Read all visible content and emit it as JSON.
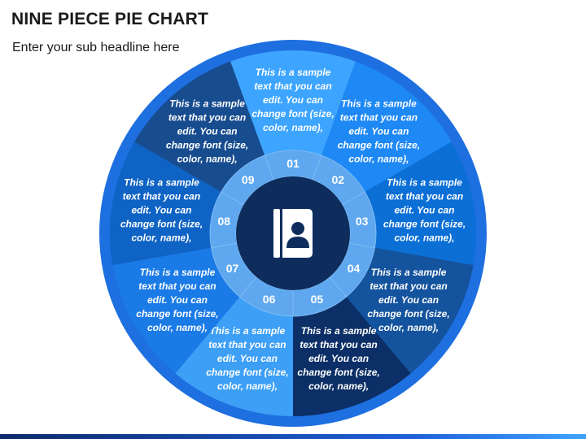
{
  "header": {
    "title": "NINE PIECE PIE CHART",
    "subtitle": "Enter your sub headline here"
  },
  "center_icon": "contact-book-icon",
  "colors": {
    "outer_ring": "#1e6fe0",
    "inner_ring": "#5fa8f0",
    "center": "#0e2d5c",
    "bottom_bar_dark": "#0b2a6b",
    "bottom_bar_light": "#3fa3ff"
  },
  "segments": [
    {
      "number": "01",
      "color": "#3da5ff",
      "lines": [
        "This is a sample",
        "text that you can",
        "edit. You can",
        "change font (size,",
        "color, name),"
      ]
    },
    {
      "number": "02",
      "color": "#1e88f5",
      "lines": [
        "This is a sample",
        "text that you can",
        "edit. You can",
        "change font (size,",
        "color, name),"
      ]
    },
    {
      "number": "03",
      "color": "#0b6fd6",
      "lines": [
        "This is a sample",
        "text that you can",
        "edit. You can",
        "change font (size,",
        "color, name),"
      ]
    },
    {
      "number": "04",
      "color": "#14539d",
      "lines": [
        "This is a sample",
        "text that you can",
        "edit. You can",
        "change font (size,",
        "color, name),"
      ]
    },
    {
      "number": "05",
      "color": "#0b2f66",
      "lines": [
        "This is a sample",
        "text that you can",
        "edit. You can",
        "change font (size,",
        "color, name),"
      ]
    },
    {
      "number": "06",
      "color": "#3d9ff5",
      "lines": [
        "This is a sample",
        "text that you can",
        "edit. You can",
        "change font (size,",
        "color, name),"
      ]
    },
    {
      "number": "07",
      "color": "#1a7ae6",
      "lines": [
        "This is a sample",
        "text that you can",
        "edit. You can",
        "change font (size,",
        "color, name),"
      ]
    },
    {
      "number": "08",
      "color": "#0f63c4",
      "lines": [
        "This is a sample",
        "text that you can",
        "edit. You can",
        "change font (size,",
        "color, name),"
      ]
    },
    {
      "number": "09",
      "color": "#174c8f",
      "lines": [
        "This is a sample",
        "text that you can",
        "edit. You can",
        "change font (size,",
        "color, name),"
      ]
    }
  ]
}
